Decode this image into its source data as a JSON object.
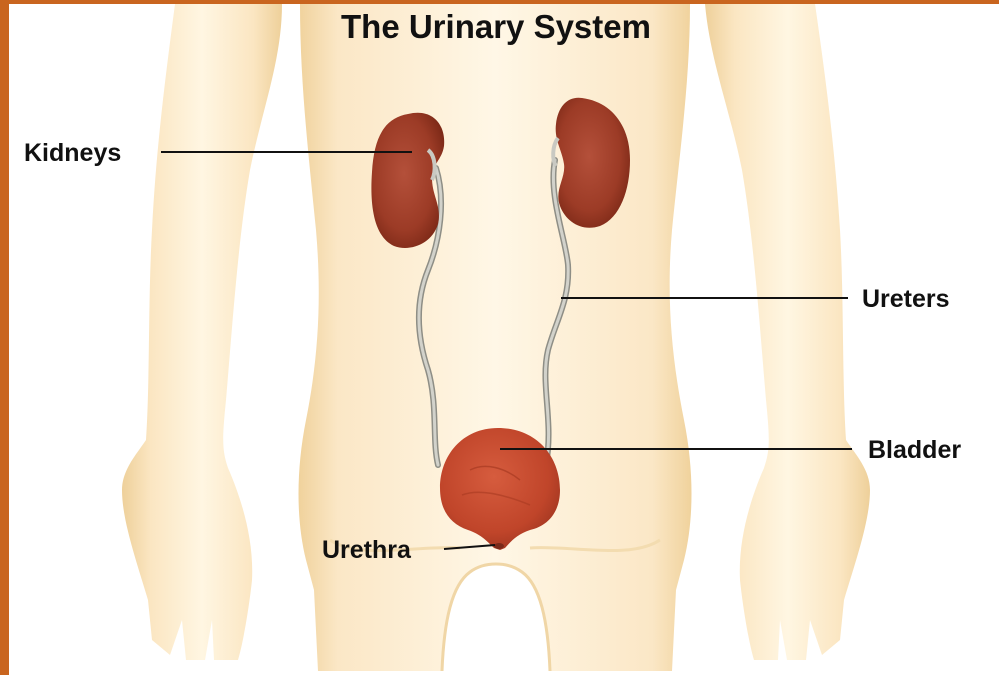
{
  "diagram": {
    "title": "The Urinary System",
    "labels": {
      "kidneys": "Kidneys",
      "ureters": "Ureters",
      "bladder": "Bladder",
      "urethra": "Urethra"
    },
    "colors": {
      "frame_border": "#c9651f",
      "skin_light": "#fff3dc",
      "skin_mid": "#f9e0b5",
      "skin_edge": "#edc98a",
      "kidney": "#a8442c",
      "bladder": "#c2472c",
      "ureter": "#b4b4ac",
      "text": "#111111"
    },
    "icons": [
      "body-silhouette",
      "kidney-shape",
      "bladder-shape"
    ]
  }
}
